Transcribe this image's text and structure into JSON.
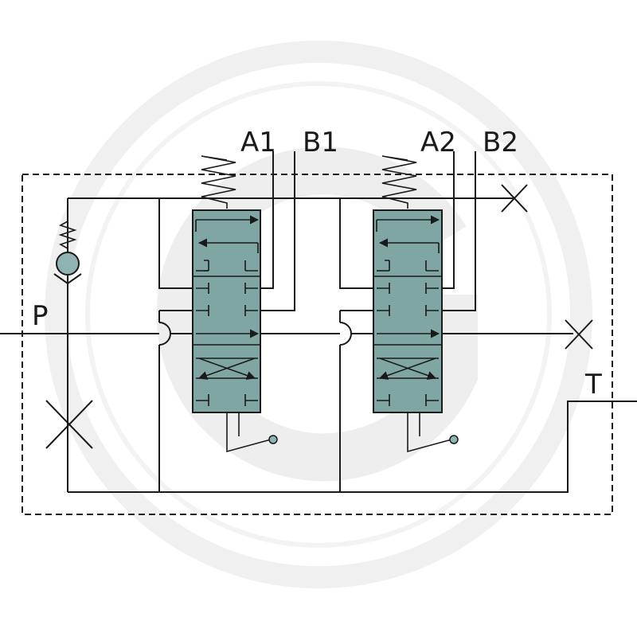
{
  "ports": {
    "p": "P",
    "t": "T",
    "a1": "A1",
    "b1": "B1",
    "a2": "A2",
    "b2": "B2"
  },
  "colors": {
    "valve_fill": "#7fa6a3",
    "line": "#1a1a1a",
    "check_ball": "#8fb3b0",
    "watermark": "#eeeeee"
  },
  "symbols": {
    "valve_1": "4-3-way-directional-valve-icon",
    "valve_2": "4-3-way-directional-valve-icon",
    "relief": "check-valve-with-spring-icon",
    "watermark": "circle-g-watermark-icon"
  }
}
